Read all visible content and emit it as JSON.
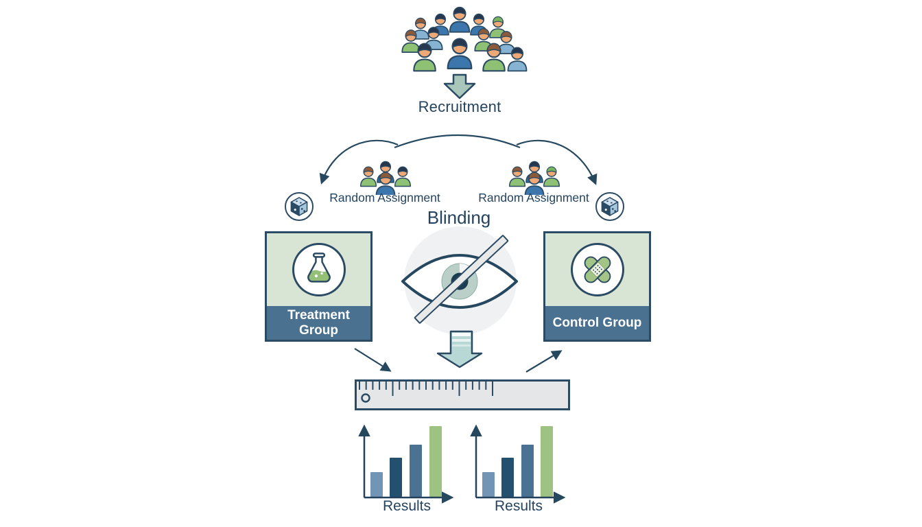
{
  "labels": {
    "recruitment": "Recruitment",
    "random_assignment_left": "Random Assignment",
    "random_assignment_right": "Random Assignment",
    "blinding": "Blinding",
    "treatment_group": "Treatment Group",
    "control_group": "Control Group",
    "results_left": "Results",
    "results_right": "Results"
  },
  "icons": {
    "crowd": "crowd-of-participants",
    "recruitment_arrow": "down-arrow",
    "split_arrows": "curved-split-arrows",
    "dice_left": "randomization-die",
    "dice_right": "randomization-die",
    "group_left": "small-people-group",
    "group_right": "small-people-group",
    "flask": "erlenmeyer-flask",
    "bandage": "crossed-bandages",
    "eye": "blinded-eye-with-slash",
    "blinding_arrow": "down-arrow",
    "ruler": "measurement-ruler"
  },
  "colors": {
    "outline": "#2B4A63",
    "text": "#24435E",
    "card_top_bg": "#D9E5D4",
    "card_band_bg": "#4A7190",
    "card_label_text": "#FFFFFF",
    "icon_green": "#9CC282",
    "shirt_blue": "#3B76AD",
    "shirt_light_blue": "#85B3D1",
    "shirt_green": "#8FC174",
    "recruitment_arrow_fill": "#A9C6BA",
    "blinding_arrow_fill": "#B7D8D4",
    "eye_halo_bg": "#F0F1F2",
    "iris": "#B9CFC8",
    "pupil": "#1C3C52",
    "ruler_bg": "#E4E6E7"
  },
  "chart_data": [
    {
      "type": "bar",
      "title": "Results",
      "values": [
        36,
        57,
        76,
        103
      ],
      "value_unit": "relative bar height (no numeric axis shown)",
      "bar_colors": [
        "#7295B5",
        "#24506F",
        "#4B7193",
        "#9EC282"
      ],
      "xlabel": "",
      "ylabel": "",
      "axes_labeled": false
    },
    {
      "type": "bar",
      "title": "Results",
      "values": [
        36,
        57,
        76,
        103
      ],
      "value_unit": "relative bar height (no numeric axis shown)",
      "bar_colors": [
        "#7295B5",
        "#24506F",
        "#4B7193",
        "#9EC282"
      ],
      "xlabel": "",
      "ylabel": "",
      "axes_labeled": false
    }
  ]
}
